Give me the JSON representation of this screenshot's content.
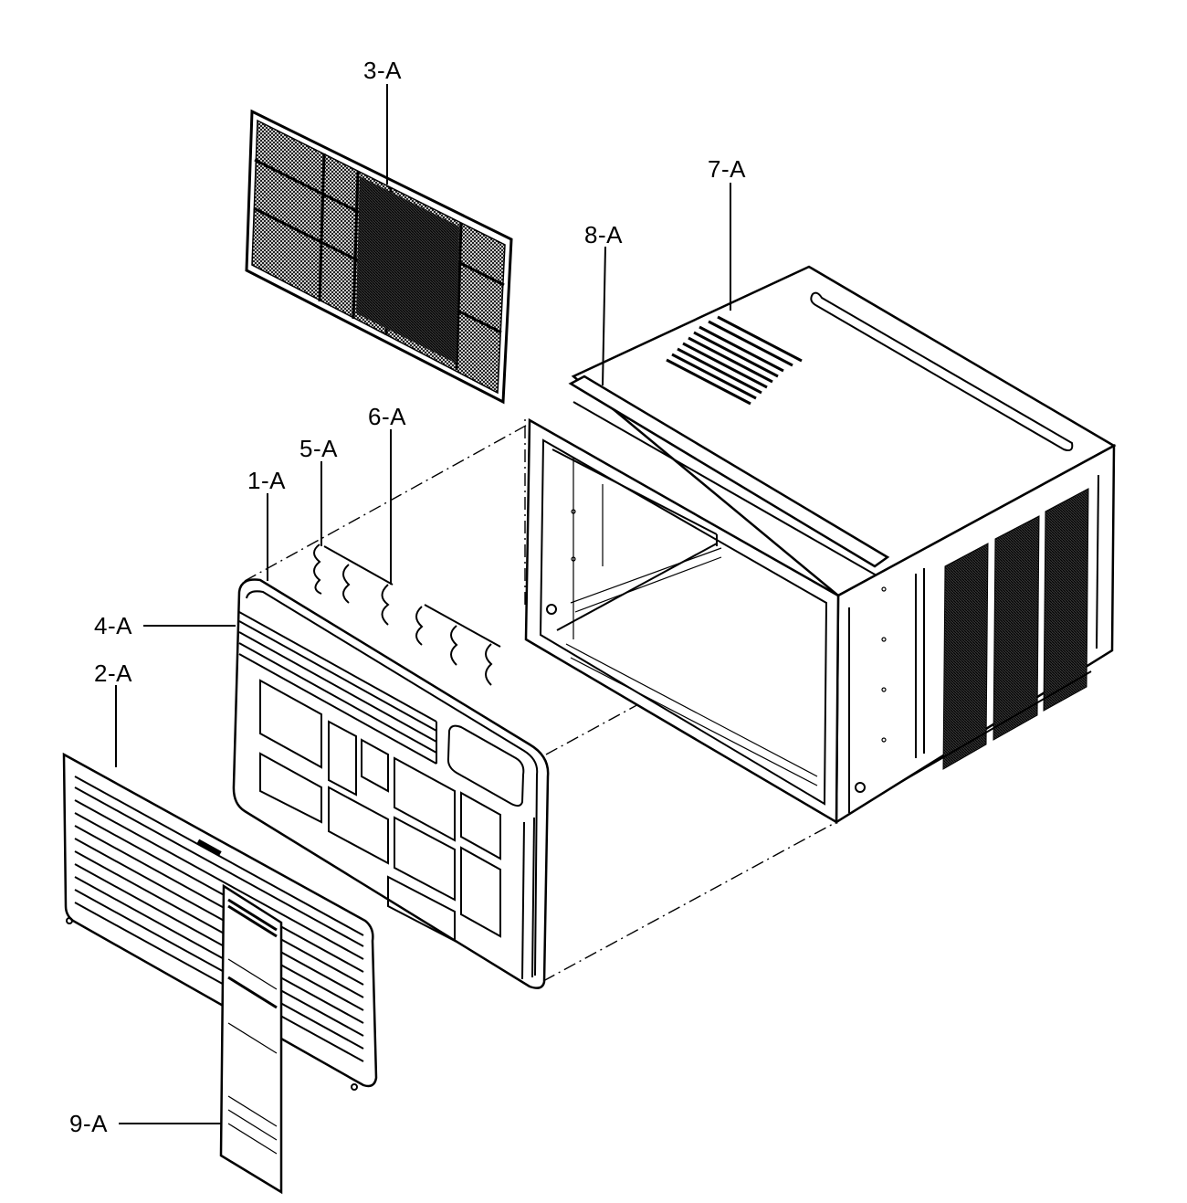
{
  "callouts": {
    "c1": "1-A",
    "c2": "2-A",
    "c3": "3-A",
    "c4": "4-A",
    "c5": "5-A",
    "c6": "6-A",
    "c7": "7-A",
    "c8": "8-A",
    "c9": "9-A"
  }
}
